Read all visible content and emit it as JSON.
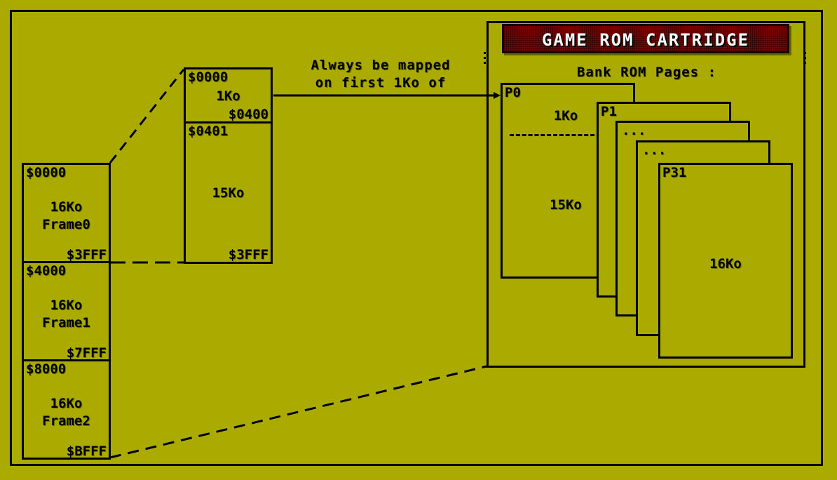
{
  "cpu_map": {
    "frames": [
      {
        "start": "$0000",
        "size": "16Ko",
        "name": "Frame0",
        "end": "$3FFF"
      },
      {
        "start": "$4000",
        "size": "16Ko",
        "name": "Frame1",
        "end": "$7FFF"
      },
      {
        "start": "$8000",
        "size": "16Ko",
        "name": "Frame2",
        "end": "$BFFF"
      }
    ]
  },
  "frame0_detail": {
    "first": {
      "start": "$0000",
      "size": "1Ko",
      "end": "$0400"
    },
    "rest": {
      "start": "$0401",
      "size": "15Ko",
      "end": "$3FFF"
    }
  },
  "note": {
    "line1": "Always be mapped",
    "line2": "on first 1Ko of"
  },
  "cartridge": {
    "title": "GAME ROM CARTRIDGE",
    "subtitle": "Bank ROM Pages :",
    "pages": {
      "p0": {
        "label": "P0",
        "top_size": "1Ko",
        "bottom_size": "15Ko"
      },
      "p1": {
        "label": "P1"
      },
      "dots1": {
        "label": "..."
      },
      "dots2": {
        "label": "..."
      },
      "p31": {
        "label": "P31",
        "size": "16Ko"
      }
    }
  }
}
